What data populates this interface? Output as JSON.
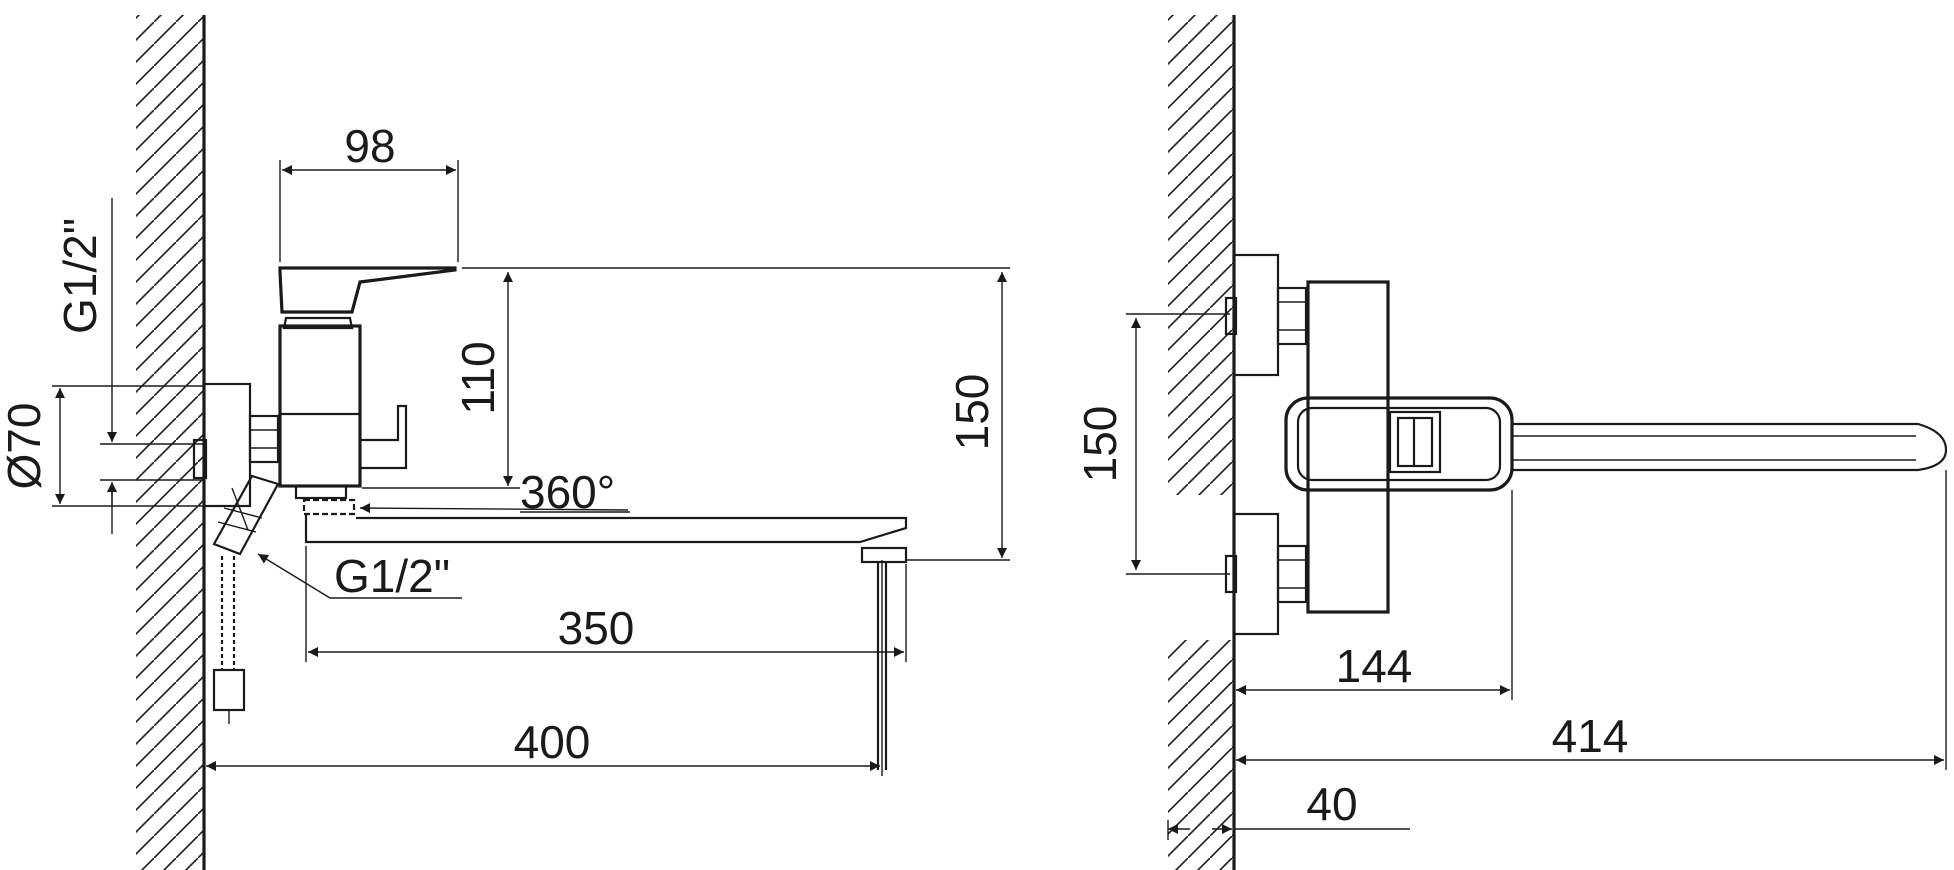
{
  "dimensions": {
    "side_view": {
      "lever_width": "98",
      "lever_height": "110",
      "total_height": "150",
      "swivel": "360°",
      "thread_wall": "G1/2\"",
      "thread_hose": "G1/2\"",
      "flange_diameter": "Ø70",
      "spout_reach": "350",
      "total_reach": "400"
    },
    "front_view": {
      "center_distance": "150",
      "body_depth": "144",
      "total_depth": "414",
      "eccentric_offset": "40"
    }
  },
  "colors": {
    "line": "#1a1a1a",
    "background": "#ffffff"
  }
}
